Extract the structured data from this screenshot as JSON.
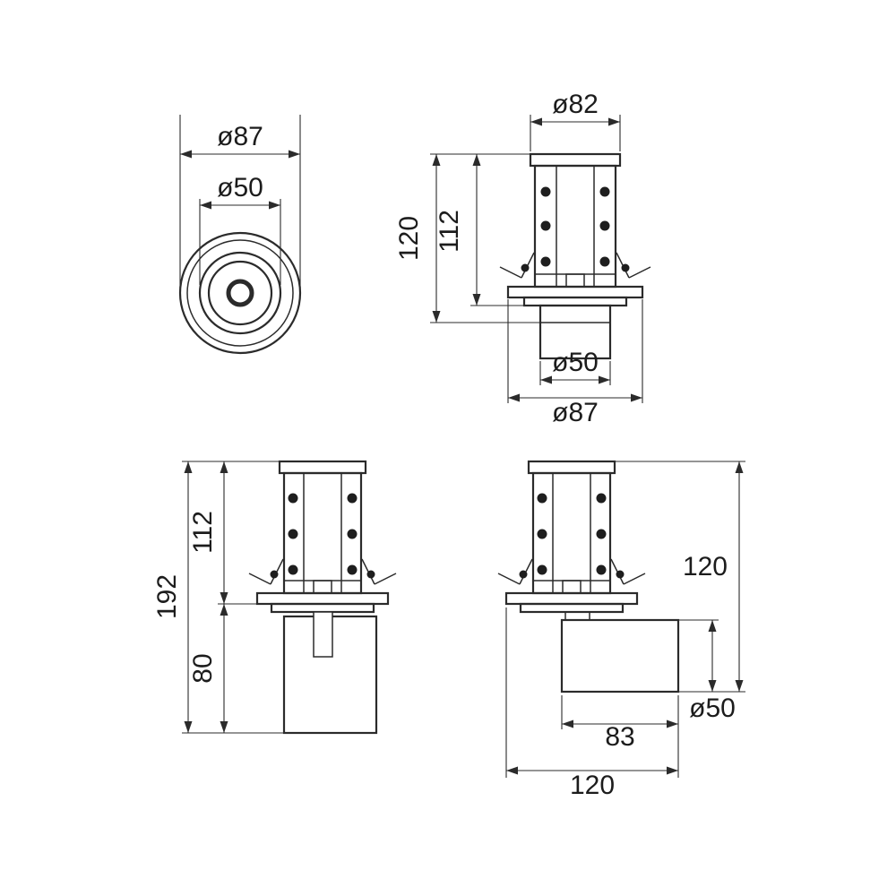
{
  "page": {
    "background_color": "#ffffff",
    "line_color": "#2b2b2b",
    "kind": "technical-dimension-drawing"
  },
  "views": {
    "top": {
      "label_outer_diameter": "ø87",
      "label_inner_diameter": "ø50"
    },
    "front": {
      "label_cutout_diameter": "ø82",
      "label_total_depth": "120",
      "label_recess_depth": "112",
      "label_housing_diameter": "ø50",
      "label_trim_diameter": "ø87"
    },
    "side": {
      "label_total_height": "192",
      "label_upper_height": "112",
      "label_lower_height": "80"
    },
    "driver": {
      "label_height": "120",
      "label_can_diameter": "ø50",
      "label_can_length": "83",
      "label_overall_width": "120"
    }
  }
}
